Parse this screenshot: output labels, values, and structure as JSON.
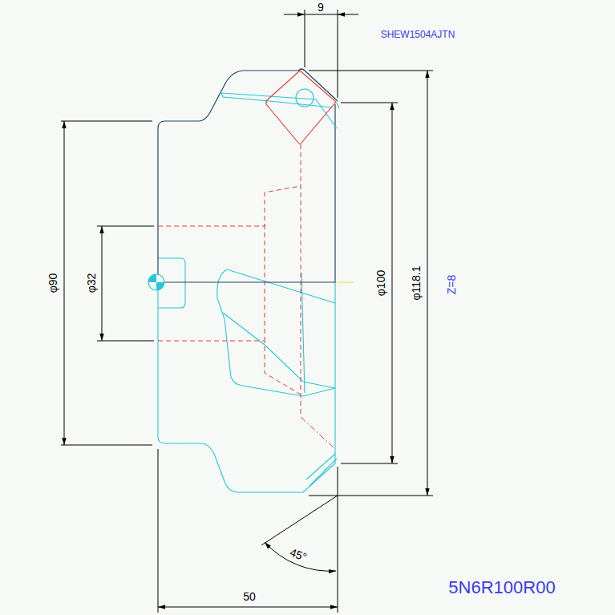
{
  "diagram": {
    "labels": [
      "9",
      "SHEW1504AJTN",
      "φ90",
      "φ32",
      "φ100",
      "φ118.1",
      "Z=8",
      "45°",
      "50",
      "5N6R100R00"
    ]
  }
}
